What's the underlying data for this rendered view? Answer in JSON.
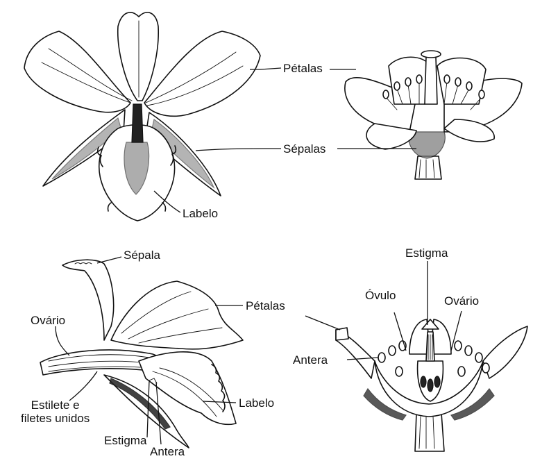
{
  "labels": {
    "orchid_front": {
      "petalas": "Pétalas",
      "sepalas": "Sépalas",
      "labelo": "Labelo"
    },
    "orchid_side": {
      "sepala": "Sépala",
      "ovario": "Ovário",
      "petalas": "Pétalas",
      "estilete": "Estilete e\nfiletes unidos",
      "estigma": "Estigma",
      "antera": "Antera",
      "labelo": "Labelo"
    },
    "rose_section": {
      "estigma": "Estigma",
      "ovulo": "Óvulo",
      "ovario": "Ovário",
      "antera": "Antera"
    }
  }
}
